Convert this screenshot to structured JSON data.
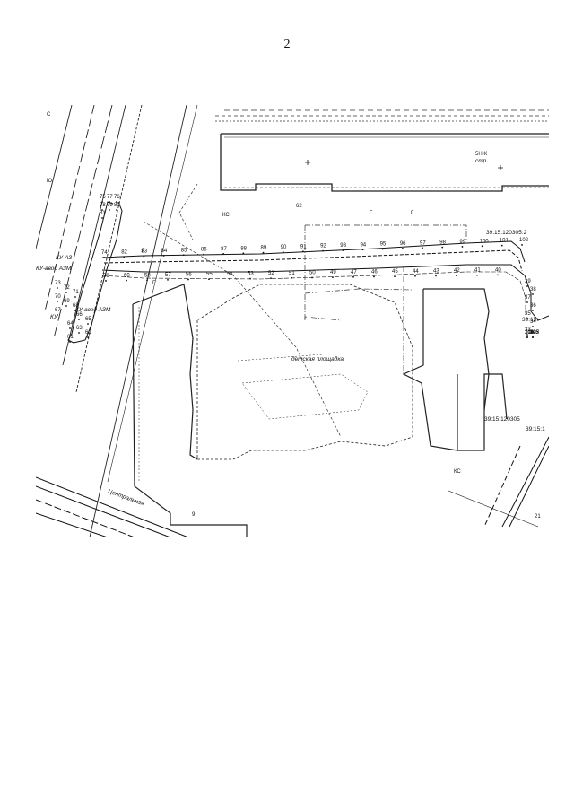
{
  "page_number": "2",
  "map": {
    "top_left_labels": [
      "С",
      "Ю"
    ],
    "building_label": {
      "title": "5НЖ",
      "subtitle": "стр"
    },
    "lot_number": "62",
    "cadastral": [
      "39:15:120305:2",
      "39:15:120305",
      "39:15:1",
      "39:15:"
    ],
    "kc_label": "КС",
    "playground_label": "детская площадка",
    "side_labels": [
      "КУ-АЗ",
      "КУ-ввод АЗМ",
      "КУ-ввод АЗМ",
      "КУ"
    ],
    "letters": [
      "Г",
      "Г",
      "Г",
      "Г"
    ],
    "road_label": "Центральная",
    "bottom_number": "9",
    "right_partial": "21",
    "point_numbers": {
      "upper_row": [
        "74",
        "82",
        "83",
        "84",
        "85",
        "86",
        "87",
        "88",
        "89",
        "90",
        "91",
        "92",
        "93",
        "94",
        "95",
        "96",
        "97",
        "98",
        "99",
        "100",
        "101",
        "102"
      ],
      "lower_row": [
        "59",
        "60",
        "58",
        "57",
        "56",
        "55",
        "54",
        "53",
        "52",
        "51",
        "50",
        "49",
        "47",
        "46",
        "45",
        "44",
        "43",
        "42",
        "41",
        "40",
        "39",
        "38",
        "37",
        "36",
        "35",
        "34",
        "33",
        "32",
        "31",
        "103",
        "104",
        "105",
        "106",
        "107"
      ],
      "left_loop": [
        "75",
        "77",
        "76",
        "78",
        "79",
        "80",
        "81",
        "73",
        "72",
        "71",
        "70",
        "69",
        "68",
        "67",
        "66",
        "65",
        "64",
        "63",
        "62",
        "61"
      ]
    }
  }
}
